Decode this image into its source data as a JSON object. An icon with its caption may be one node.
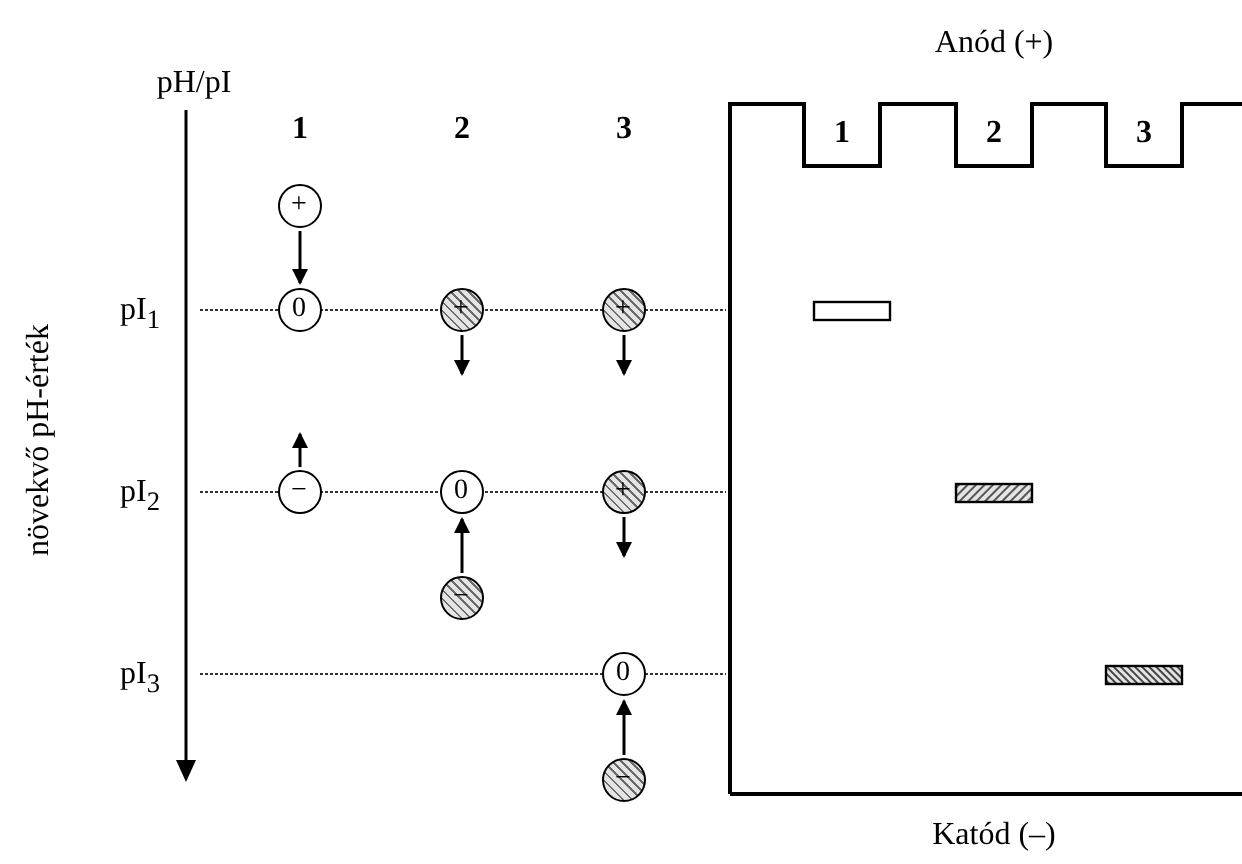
{
  "diagram": {
    "nodes": [
      {
        "text": [
          "+"
        ]
      },
      {
        "text": [
          "0"
        ]
      },
      {
        "text": [
          "+"
        ]
      },
      {
        "text": [
          "+"
        ]
      },
      {
        "text": [
          "−"
        ]
      },
      {
        "text": [
          "0"
        ]
      },
      {
        "text": [
          "+"
        ]
      },
      {
        "text": [
          "−"
        ]
      },
      {
        "text": [
          "0"
        ]
      },
      {
        "text": [
          "−"
        ]
      }
    ],
    "edges": [
      {
        "from": 0,
        "to": 1,
        "arrow": "to"
      },
      {
        "from": 2,
        "to": null,
        "arrow": "to"
      },
      {
        "from": 3,
        "to": null,
        "arrow": "to"
      },
      {
        "from": 4,
        "to": null,
        "arrow": "to"
      },
      {
        "from": 7,
        "to": 5,
        "arrow": "to"
      },
      {
        "from": 6,
        "to": null,
        "arrow": "to"
      },
      {
        "from": 9,
        "to": 8,
        "arrow": "to"
      }
    ],
    "labels": [
      "pH/pI",
      "Anód (+)",
      "1",
      "2",
      "3",
      "1",
      "2",
      "3",
      "pI$_{1}$",
      "növekvő pH-érték",
      "pI$_{2}$",
      "pI$_{3}$",
      "Katód (–)"
    ]
  }
}
